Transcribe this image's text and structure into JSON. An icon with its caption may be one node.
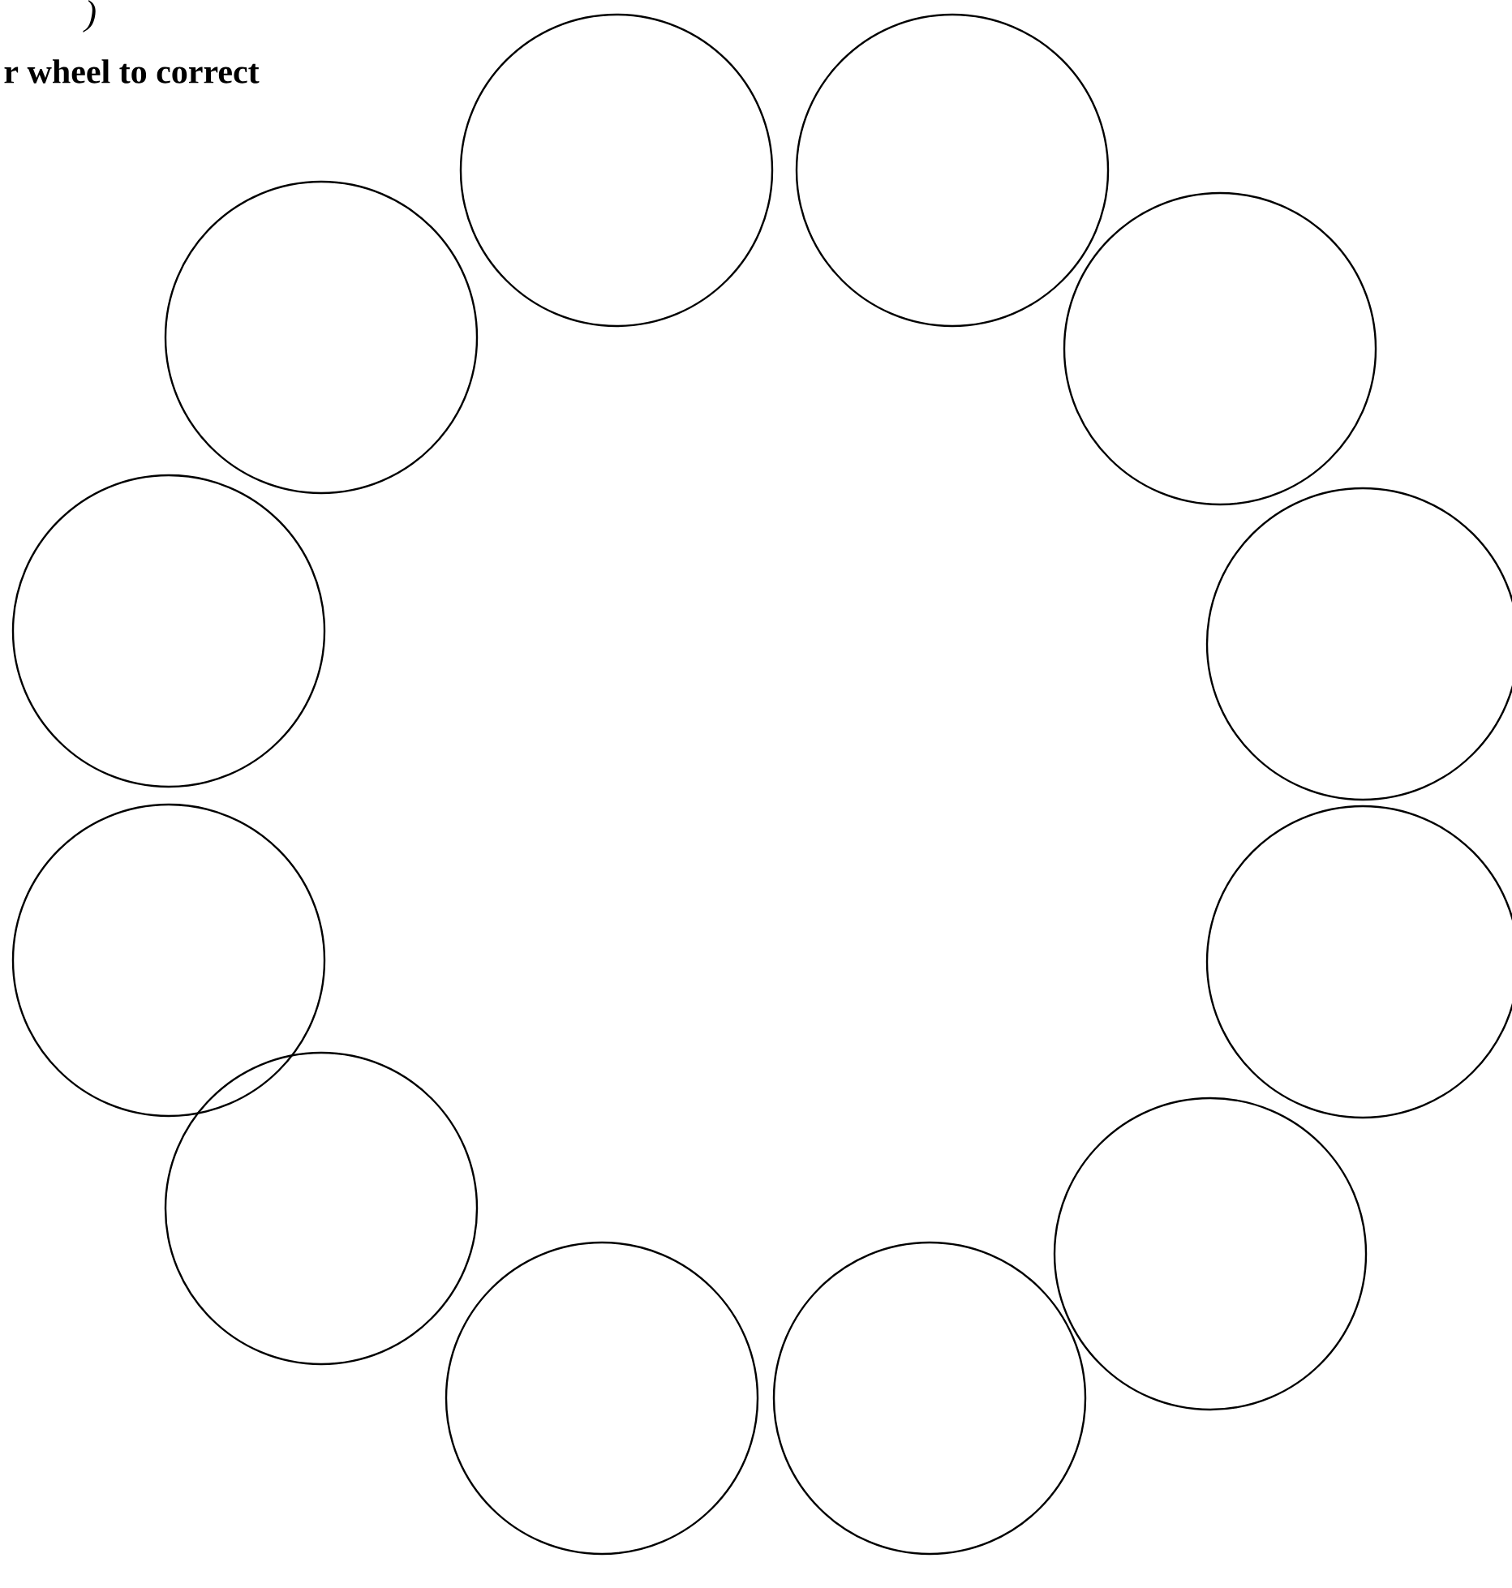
{
  "diagram": {
    "nodes": [
      {
        "text": [],
        "shape": "circle"
      },
      {
        "text": [],
        "shape": "circle"
      },
      {
        "text": [],
        "shape": "circle"
      },
      {
        "text": [],
        "shape": "circle"
      },
      {
        "text": [],
        "shape": "circle"
      },
      {
        "text": [],
        "shape": "circle"
      },
      {
        "text": [],
        "shape": "circle"
      },
      {
        "text": [],
        "shape": "circle"
      },
      {
        "text": [],
        "shape": "circle"
      },
      {
        "text": [],
        "shape": "circle"
      },
      {
        "text": [],
        "shape": "circle"
      },
      {
        "text": [],
        "shape": "circle"
      }
    ],
    "labels": [
      ")",
      "r wheel to correct"
    ]
  }
}
